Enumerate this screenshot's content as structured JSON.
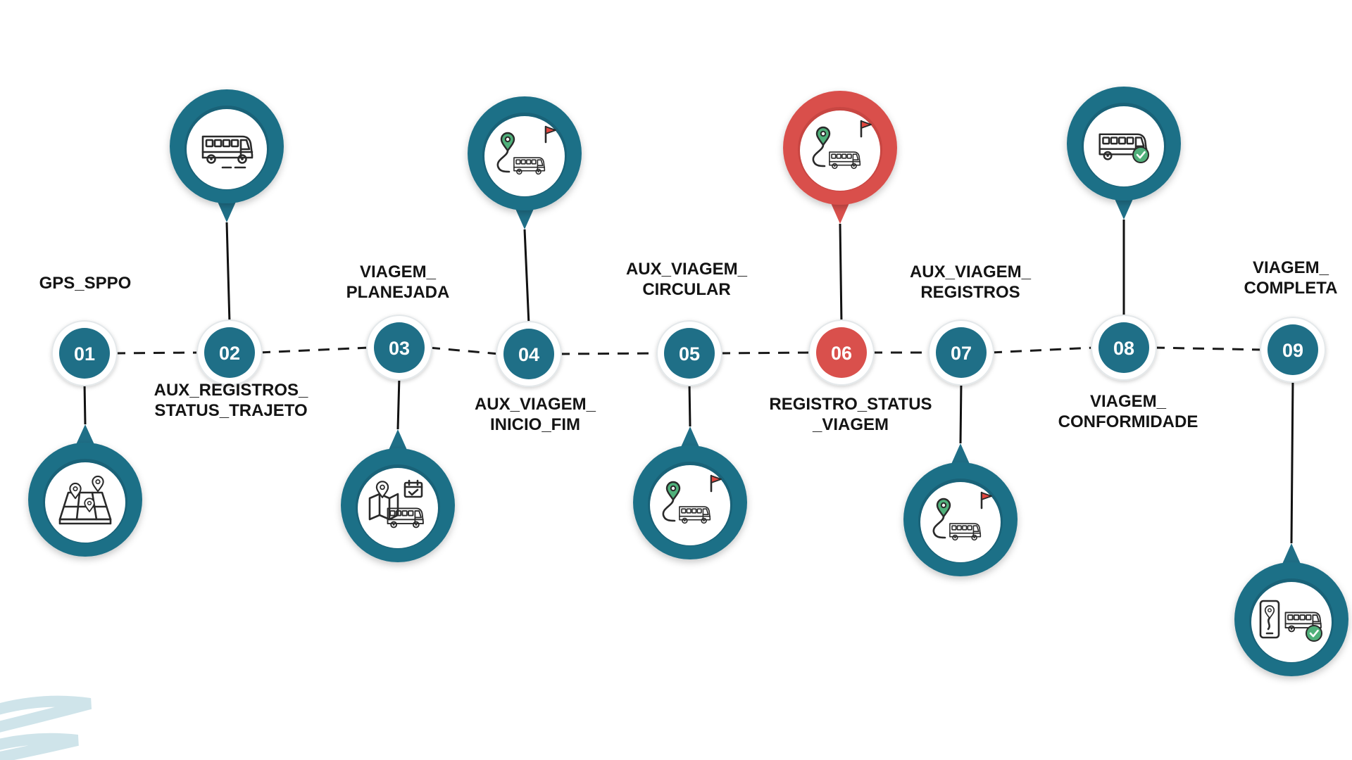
{
  "colors": {
    "teal": "#1f6f87",
    "teal_dark": "#17586c",
    "red": "#d9504c",
    "red_dark": "#b93f3c",
    "node_ring": "#e4e8ea",
    "connector": "#1a1a1a",
    "pin_green": "#4fb07a",
    "flag_red": "#e0463f",
    "swoosh": "#cfe4ea"
  },
  "steps": [
    {
      "number": "01",
      "label_lines": [
        "GPS_SPPO"
      ],
      "icon": "map-pins-icon",
      "accent": "teal"
    },
    {
      "number": "02",
      "label_lines": [
        "AUX_REGISTROS_",
        "STATUS_TRAJETO"
      ],
      "icon": "moving-bus-icon",
      "accent": "teal"
    },
    {
      "number": "03",
      "label_lines": [
        "VIAGEM_",
        "PLANEJADA"
      ],
      "icon": "bus-planning-map-icon",
      "accent": "teal"
    },
    {
      "number": "04",
      "label_lines": [
        "AUX_VIAGEM_",
        "INICIO_FIM"
      ],
      "icon": "bus-route-start-end-icon",
      "accent": "teal"
    },
    {
      "number": "05",
      "label_lines": [
        "AUX_VIAGEM_",
        "CIRCULAR"
      ],
      "icon": "bus-route-circular-icon",
      "accent": "teal"
    },
    {
      "number": "06",
      "label_lines": [
        "REGISTRO_STATUS",
        "_VIAGEM"
      ],
      "icon": "bus-route-status-icon",
      "accent": "red"
    },
    {
      "number": "07",
      "label_lines": [
        "AUX_VIAGEM_",
        "REGISTROS"
      ],
      "icon": "bus-route-registros-icon",
      "accent": "teal"
    },
    {
      "number": "08",
      "label_lines": [
        "VIAGEM_",
        "CONFORMIDADE"
      ],
      "icon": "bus-check-icon",
      "accent": "teal"
    },
    {
      "number": "09",
      "label_lines": [
        "VIAGEM_",
        "COMPLETA"
      ],
      "icon": "phone-bus-check-icon",
      "accent": "teal"
    }
  ]
}
